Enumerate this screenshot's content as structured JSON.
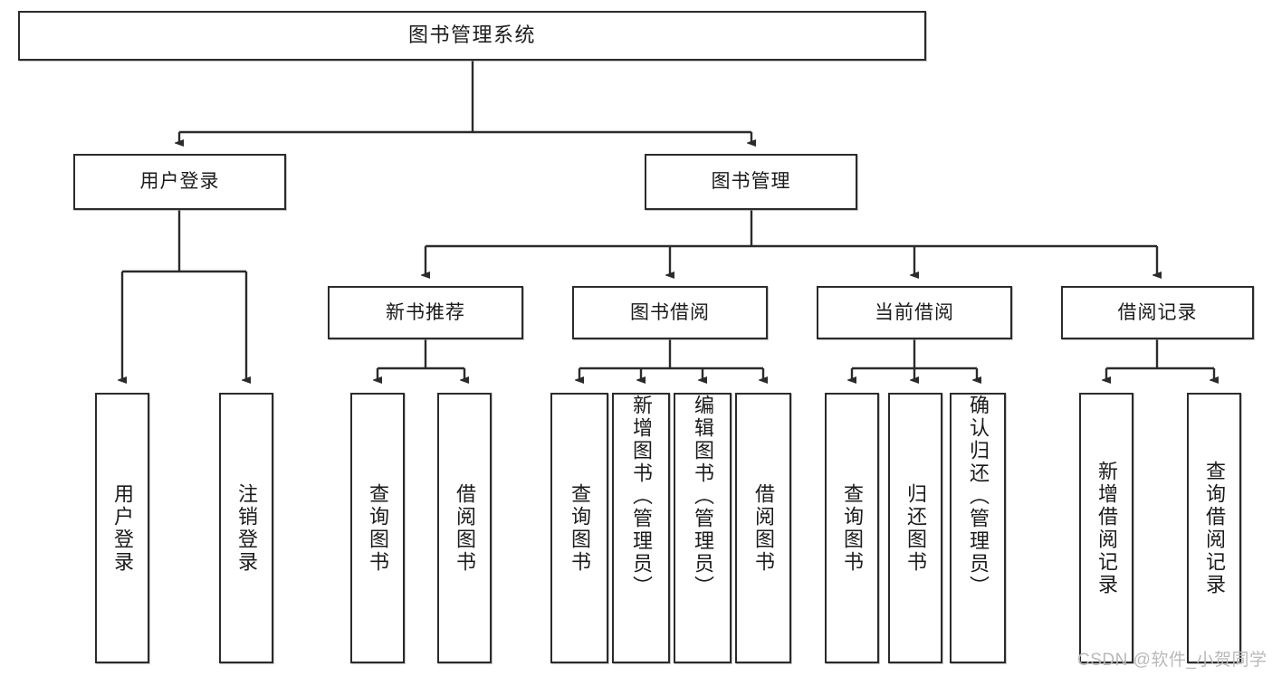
{
  "diagram": {
    "title": "图书管理系统",
    "type": "tree-hierarchy",
    "watermark": "CSDN @软件_小贺同学",
    "colors": {
      "border": "#2b2b2b",
      "background": "#ffffff",
      "text": "#1b1b1b",
      "watermark": "#b9b9b9"
    },
    "root": {
      "label": "图书管理系统"
    },
    "level2": [
      {
        "label": "用户登录"
      },
      {
        "label": "图书管理"
      }
    ],
    "level3": [
      {
        "label": "新书推荐"
      },
      {
        "label": "图书借阅"
      },
      {
        "label": "当前借阅"
      },
      {
        "label": "借阅记录"
      }
    ],
    "leaves": {
      "user_login": [
        {
          "label": "用户登录"
        },
        {
          "label": "注销登录"
        }
      ],
      "new_book_recommend": [
        {
          "label": "查询图书"
        },
        {
          "label": "借阅图书"
        }
      ],
      "book_borrow": [
        {
          "label": "查询图书"
        },
        {
          "label": "新增图书（管理员）"
        },
        {
          "label": "编辑图书（管理员）"
        },
        {
          "label": "借阅图书"
        }
      ],
      "current_borrow": [
        {
          "label": "查询图书"
        },
        {
          "label": "归还图书"
        },
        {
          "label": "确认归还（管理员）"
        }
      ],
      "borrow_record": [
        {
          "label": "新增借阅记录"
        },
        {
          "label": "查询借阅记录"
        }
      ]
    }
  }
}
